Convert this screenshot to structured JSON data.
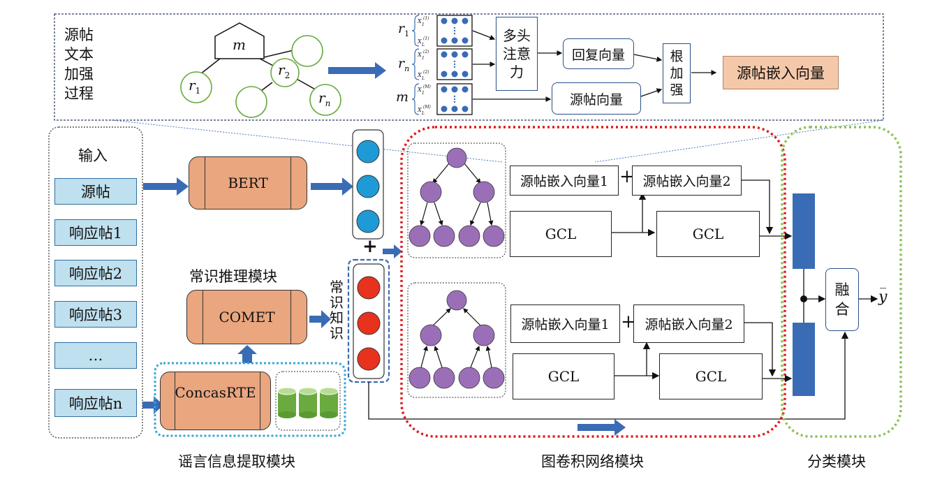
{
  "top_panel": {
    "side_title": [
      "源帖",
      "文本",
      "加强",
      "过程"
    ],
    "tree_labels": {
      "m": "m",
      "r1": "r",
      "r1_sub": "1",
      "r2": "r",
      "r2_sub": "2",
      "rn": "r",
      "rn_sub": "n"
    },
    "matrix_row_labels": [
      {
        "main": "r",
        "sub": "1"
      },
      {
        "main": "r",
        "sub": "n"
      },
      {
        "main": "m",
        "sub": ""
      }
    ],
    "multihead_attention": [
      "多头",
      "注意",
      "力"
    ],
    "reply_vector": "回复向量",
    "source_vector": "源帖向量",
    "root_enhance": [
      "根",
      "加",
      "强"
    ],
    "source_embedding": "源帖嵌入向量"
  },
  "input_panel": {
    "title": "输入",
    "items": [
      "源帖",
      "响应帖1",
      "响应帖2",
      "响应帖3",
      "…",
      "响应帖n"
    ]
  },
  "modules": {
    "bert": "BERT",
    "comet": "COMET",
    "commonsense_title": "常识推理模块",
    "concasrte": "ConcasRTE",
    "commonsense_knowledge": [
      "常",
      "识",
      "知",
      "识"
    ],
    "plus": "+"
  },
  "gcn": {
    "upper": {
      "emb1": "源帖嵌入向量1",
      "emb2": "源帖嵌入向量2",
      "plus": "+",
      "gcl1": "GCL",
      "gcl2": "GCL"
    },
    "lower": {
      "emb1": "源帖嵌入向量1",
      "emb2": "源帖嵌入向量2",
      "plus": "+",
      "gcl1": "GCL",
      "gcl2": "GCL"
    }
  },
  "classify": {
    "fuse": [
      "融",
      "合"
    ],
    "output": "y"
  },
  "captions": {
    "rumor": "谣言信息提取模块",
    "gcn": "图卷积网络模块",
    "classify": "分类模块"
  },
  "colors": {
    "orange": "#e9a67f",
    "light_blue": "#bfe0ee",
    "cyan_node": "#1e9ad6",
    "red_node": "#e8321d",
    "purple_node": "#9b6fb8",
    "green_cyl": "#6aaa3e",
    "dark_blue_bar": "#3a6bb5",
    "red_dotted": "#e0181b",
    "green_dotted": "#8cc152",
    "blue_dotted": "#3aa6d8"
  }
}
